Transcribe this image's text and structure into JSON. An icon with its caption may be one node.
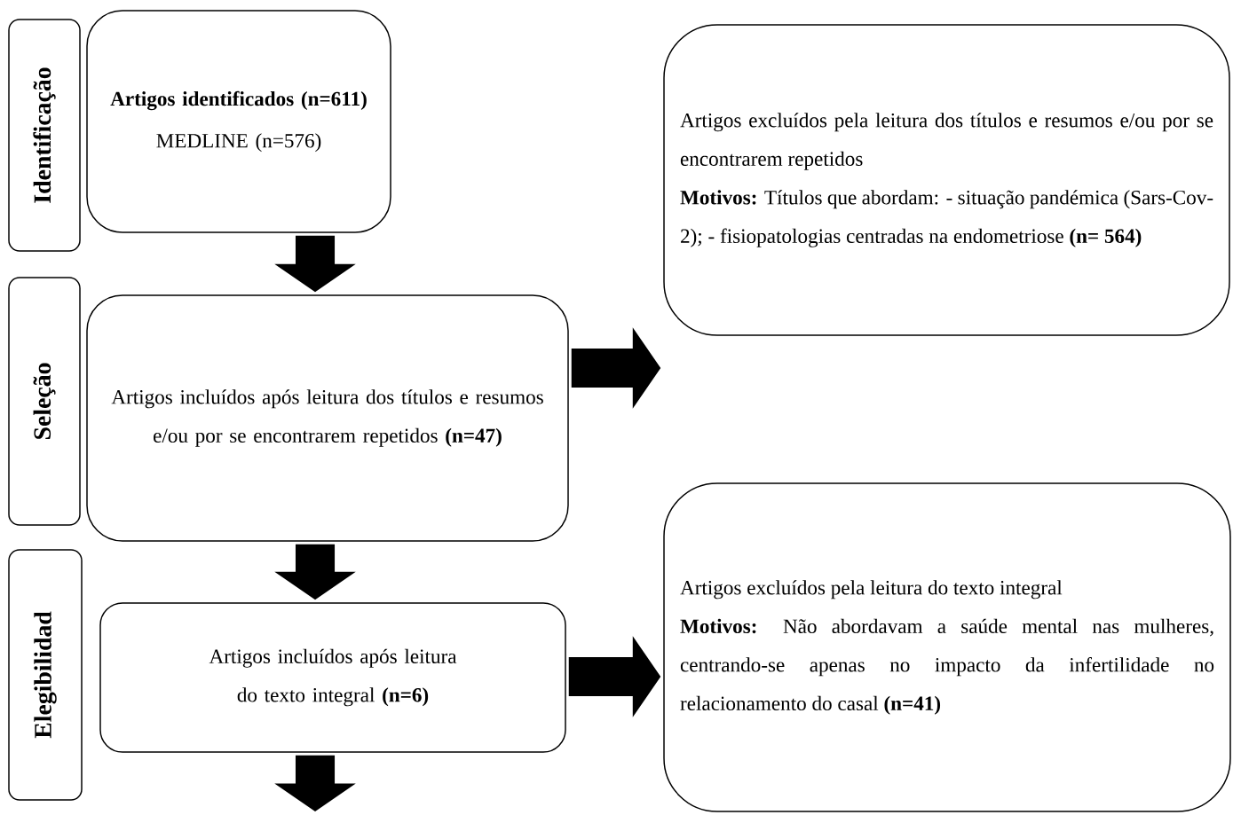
{
  "diagram": {
    "nodes": [
      {
        "text": [
          "Identificação"
        ]
      },
      {
        "text": [
          "Artigos identificados (n=611)",
          "MEDLINE (n=576)"
        ]
      },
      {
        "text": [
          "Artigos excluídos pela leitura dos títulos e resumos e/ou por se encontrarem repetidos",
          "**Motivos:** Títulos que abordam: - situação pandémica (Sars-Cov-2); - fisiopatologias centradas na endometriose **(n= 564)**"
        ]
      },
      {
        "text": [
          "Seleção"
        ]
      },
      {
        "text": [
          "Artigos incluídos após leitura dos títulos e resumos e/ou por se encontrarem repetidos **(n=47)**"
        ]
      },
      {
        "text": [
          "Artigos excluídos pela leitura do texto integral",
          "**Motivos:** Não abordavam a saúde mental nas mulheres, centrando-se apenas no impacto da infertilidade no relacionamento do casal **(n=41)**"
        ]
      },
      {
        "text": [
          "Elegibilidad"
        ]
      },
      {
        "text": [
          "Artigos incluídos após leitura do texto integral **(n=6)**"
        ]
      }
    ],
    "edges": [
      {
        "from": 1,
        "to": 4,
        "arrow": "to"
      },
      {
        "from": 4,
        "to": 2,
        "arrow": "to"
      },
      {
        "from": 4,
        "to": 7,
        "arrow": "to"
      },
      {
        "from": 7,
        "to": 5,
        "arrow": "to"
      },
      {
        "from": 7,
        "to": null,
        "arrow": "to"
      }
    ]
  }
}
